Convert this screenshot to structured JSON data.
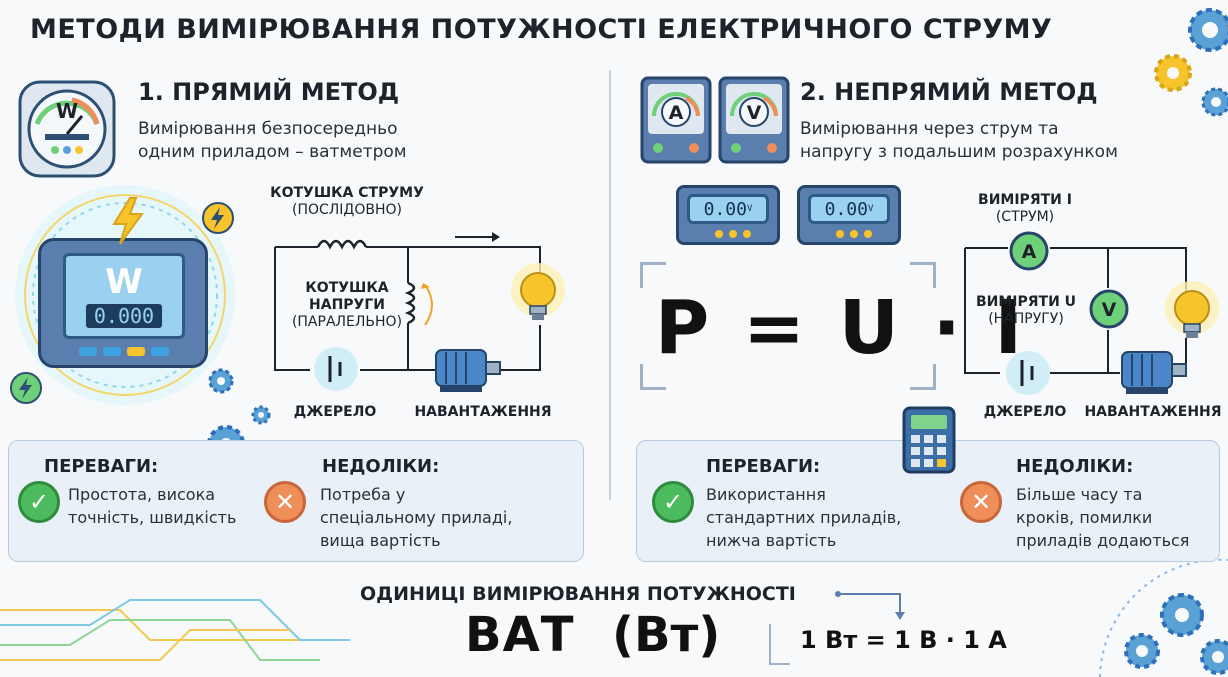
{
  "title": "МЕТОДИ ВИМІРЮВАННЯ ПОТУЖНОСТІ ЕЛЕКТРИЧНОГО СТРУМУ",
  "direct": {
    "heading": "1. ПРЯМИЙ МЕТОД",
    "description_line1": "Вимірювання безпосередньо",
    "description_line2": "одним приладом – ватметром",
    "gauge_symbol": "W",
    "meter_symbol": "W",
    "meter_display": "0.000",
    "current_coil_label": "КОТУШКА СТРУМУ",
    "current_coil_note": "(ПОСЛІДОВНО)",
    "voltage_coil_label1": "КОТУШКА",
    "voltage_coil_label2": "НАПРУГИ",
    "voltage_coil_note": "(ПАРАЛЕЛЬНО)",
    "source_label": "ДЖЕРЕЛО",
    "load_label": "НАВАНТАЖЕННЯ",
    "pros_title": "ПЕРЕВАГИ:",
    "pros_line1": "Простота, висока",
    "pros_line2": "точність, швидкість",
    "cons_title": "НЕДОЛІКИ:",
    "cons_line1": "Потреба у",
    "cons_line2": "спеціальному приладі,",
    "cons_line3": "вища вартість"
  },
  "indirect": {
    "heading": "2. НЕПРЯМИЙ МЕТОД",
    "description_line1": "Вимірювання через струм та",
    "description_line2": "напругу з подальшим розрахунком",
    "ammeter_symbol": "A",
    "voltmeter_symbol": "V",
    "display1": "0.00",
    "display1_unit": "V",
    "display2": "0.00",
    "display2_unit": "V",
    "formula": "P = U · I",
    "measure_i_label": "ВИМІРЯТИ I",
    "measure_i_note": "(СТРУМ)",
    "measure_u_label": "ВИМІРЯТИ U",
    "measure_u_note": "(НАПРУГУ)",
    "source_label": "ДЖЕРЕЛО",
    "load_label": "НАВАНТАЖЕННЯ",
    "pros_title": "ПЕРЕВАГИ:",
    "pros_line1": "Використання",
    "pros_line2": "стандартних приладів,",
    "pros_line3": "нижча вартість",
    "cons_title": "НЕДОЛІКИ:",
    "cons_line1": "Більше часу та",
    "cons_line2": "кроків, помилки",
    "cons_line3": "приладів додаються"
  },
  "units": {
    "title": "ОДИНИЦІ ВИМІРЮВАННЯ ПОТУЖНОСТІ",
    "name": "ВАТ",
    "symbol": "(Вт)",
    "equation": "1 Вт = 1 В · 1 А"
  },
  "colors": {
    "accent_blue": "#2d6fb8",
    "lcd_blue": "#9ad1f0",
    "ammeter_green": "#6fd07a",
    "bulb_yellow": "#f7c52b",
    "check_green": "#4cbb5d",
    "cross_orange": "#f08e5a",
    "panel_bg": "#e9f0f8"
  }
}
